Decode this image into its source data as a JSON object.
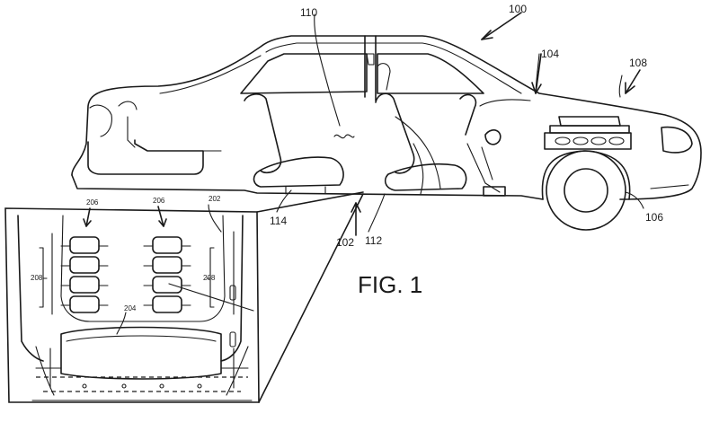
{
  "figure": {
    "caption": "FIG. 1"
  },
  "reference_numerals": {
    "vehicle": "100",
    "floor_location": "102",
    "hood_area": "104",
    "wheel": "106",
    "front_end": "108",
    "cabin": "110",
    "floor_component": "112",
    "seat": "114",
    "floor_panel": "202",
    "rear_section": "204",
    "pad_group_left": "206",
    "pad_group_right": "206",
    "pad_column_left": "208",
    "pad_column_right": "208"
  }
}
